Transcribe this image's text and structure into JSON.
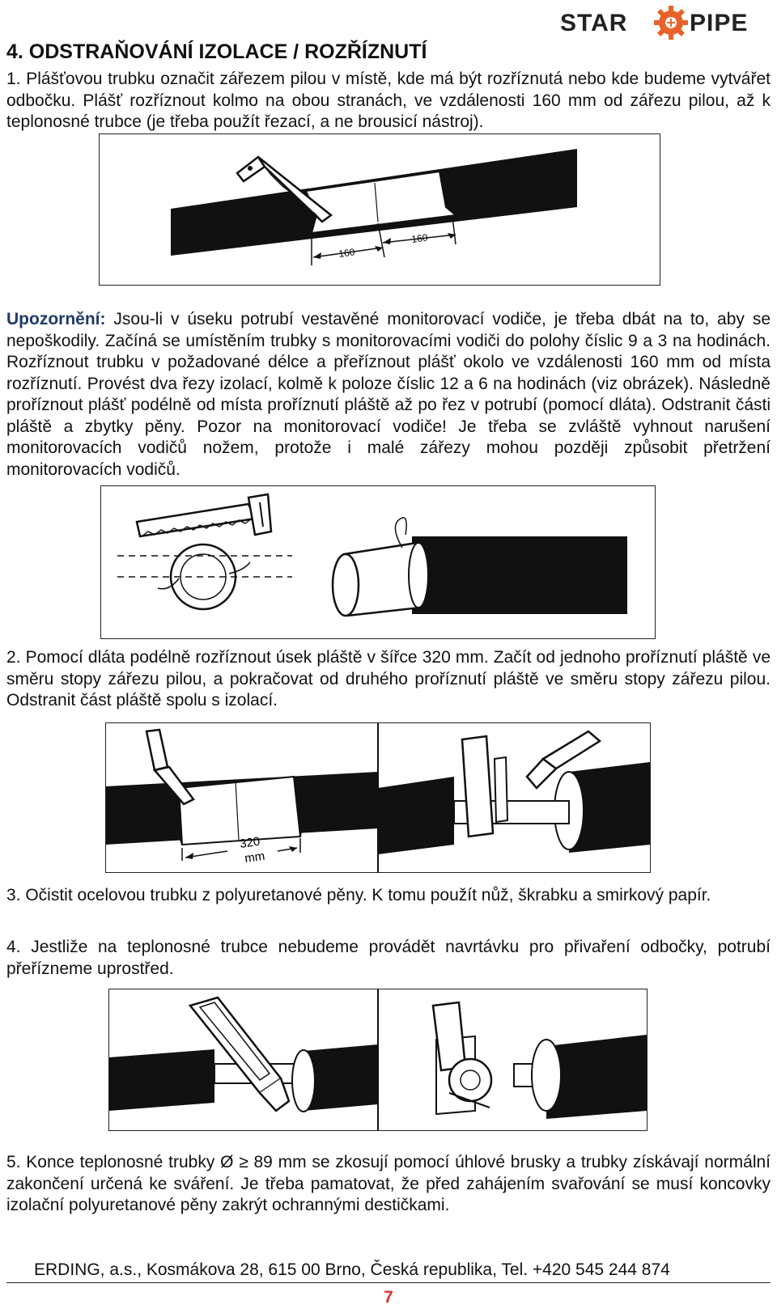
{
  "logo": {
    "text_left": "STAR",
    "text_right": "PIPE"
  },
  "heading": "4. ODSTRAŇOVÁNÍ IZOLACE / ROZŘÍZNUTÍ",
  "para1": "1. Plášťovou trubku označit zářezem pilou v místě, kde má být rozříznutá nebo kde budeme vytvářet odbočku. Plášť rozříznout kolmo na obou stranách, ve vzdálenosti 160 mm od zářezu pilou, až k teplonosné trubce (je třeba použít řezací, a ne brousicí nástroj).",
  "fig1": {
    "dim_left": "160",
    "dim_right": "160"
  },
  "warning": {
    "label": "Upozornění:",
    "text": " Jsou-li v úseku potrubí vestavěné monitorovací vodiče, je třeba dbát na to, aby se nepoškodily. Začíná se umístěním trubky s monitorovacími vodiči do polohy číslic 9 a 3 na hodinách. Rozříznout trubku v požadované délce a přeříznout plášť okolo ve vzdálenosti 160 mm od místa rozříznutí. Provést dva řezy izolací, kolmě k poloze číslic 12 a 6 na hodinách (viz obrázek). Následně proříznout plášť podélně od místa proříznutí pláště až po řez v potrubí (pomocí dláta). Odstranit části pláště a zbytky pěny. Pozor na monitorovací vodiče! Je třeba se zvláště vyhnout narušení monitorovacích vodičů nožem, protože i malé zářezy mohou později způsobit přetržení monitorovacích vodičů."
  },
  "para2": "2. Pomocí dláta podélně rozříznout úsek pláště v šířce 320 mm. Začít od jednoho proříznutí pláště ve směru stopy zářezu pilou, a pokračovat od druhého proříznutí pláště ve směru stopy zářezu pilou. Odstranit část pláště spolu s izolací.",
  "fig3": {
    "dim_value": "320",
    "dim_unit": "mm"
  },
  "para3": "3. Očistit ocelovou trubku z polyuretanové pěny. K tomu použít nůž, škrabku a smirkový papír.",
  "para4": "4. Jestliže na teplonosné trubce nebudeme provádět navrtávku pro přivaření odbočky, potrubí přeřízneme uprostřed.",
  "para5": "5. Konce teplonosné trubky Ø ≥ 89 mm se zkosují pomocí úhlové brusky a trubky získávají normální zakončení určená ke sváření. Je třeba pamatovat, že před zahájením svařování se musí koncovky izolační polyuretanové pěny zakrýt ochrannými destičkami.",
  "footer": "ERDING, a.s., Kosmákova 28, 615 00 Brno, Česká republika, Tel. +420 545 244 874",
  "page_number": "7",
  "colors": {
    "accent_orange": "#e8622a",
    "warning_blue": "#1f3a68",
    "page_number_red": "#d33333"
  }
}
